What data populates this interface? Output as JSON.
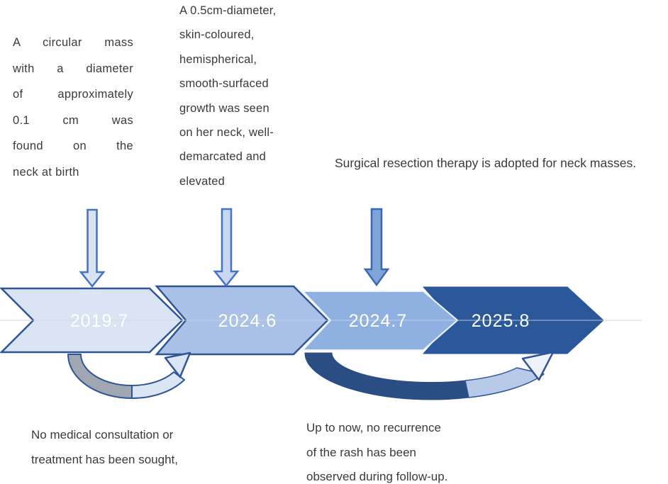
{
  "annotations": {
    "birth": {
      "lines": [
        "A circular mass",
        "with a diameter",
        "of approximately",
        "0.1 cm was",
        "found on the",
        "neck at birth"
      ]
    },
    "growth": {
      "lines": [
        "A 0.5cm-diameter,",
        "skin-coloured,",
        "hemispherical,",
        "smooth-surfaced",
        "growth was seen",
        "on her neck, well-",
        "demarcated and",
        "elevated"
      ]
    },
    "surgery": {
      "text": "Surgical resection therapy is adopted for neck masses."
    },
    "no_treatment": {
      "lines": [
        "No medical consultation or",
        "treatment has been sought,"
      ]
    },
    "followup": {
      "lines": [
        "Up to now, no recurrence",
        "of the rash has been",
        "observed during follow-up."
      ]
    }
  },
  "timeline": {
    "stages": [
      {
        "date": "2019.7",
        "fill": "#dbe4f4",
        "stroke": "#2f5597"
      },
      {
        "date": "2024.6",
        "fill": "#a9c0e7",
        "stroke": "#2f5597"
      },
      {
        "date": "2024.7",
        "fill": "#8fb1e1",
        "stroke": "#eef3fb"
      },
      {
        "date": "2025.8",
        "fill": "#2b579b",
        "stroke": "#2b579b"
      }
    ],
    "date_color": "#ffffff",
    "divider_color": "#cfd5de"
  },
  "arrows": {
    "down": [
      {
        "fill": "#d9e3f3",
        "stroke": "#4472c4"
      },
      {
        "fill": "#c9d8f0",
        "stroke": "#4472c4"
      },
      {
        "fill": "#7ea4d8",
        "stroke": "#3a66b4"
      }
    ],
    "curve_small": {
      "tail_fill": "#a0a7b3",
      "head_fill": "#dbe5f4",
      "stroke": "#2e5597"
    },
    "curve_large": {
      "tail_fill": "#2a4d84",
      "band_fill": "#b7cbe9",
      "head_fill": "#eef3fb",
      "stroke": "#2e5597"
    }
  }
}
